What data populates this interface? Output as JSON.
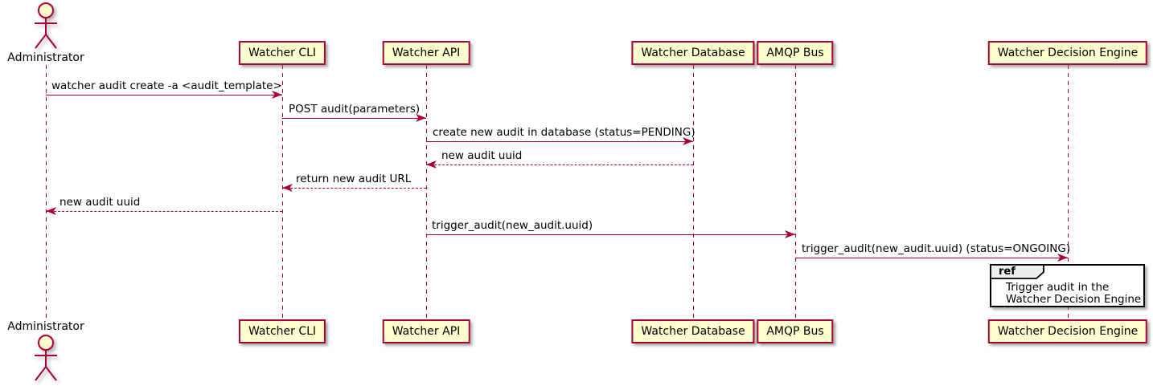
{
  "diagram": {
    "kind": "uml-sequence-diagram",
    "colors": {
      "background": "#FFFFFF",
      "participant_fill": "#FEFECE",
      "participant_border": "#A80036",
      "line_color": "#A80036",
      "text_color": "#000000",
      "ref_fill": "#FFFFFF",
      "ref_border": "#000000",
      "ref_tag_fill": "#EEEEEE"
    },
    "actor": {
      "name": "Administrator"
    },
    "participants": [
      {
        "label": "Watcher CLI"
      },
      {
        "label": "Watcher API"
      },
      {
        "label": "Watcher Database"
      },
      {
        "label": "AMQP Bus"
      },
      {
        "label": "Watcher Decision Engine"
      }
    ],
    "messages": [
      {
        "from": "Administrator",
        "to": "Watcher CLI",
        "style": "solid",
        "label": "watcher audit create -a <audit_template>"
      },
      {
        "from": "Watcher CLI",
        "to": "Watcher API",
        "style": "solid",
        "label": "POST audit(parameters)"
      },
      {
        "from": "Watcher API",
        "to": "Watcher Database",
        "style": "solid",
        "label": "create new audit in database (status=PENDING)"
      },
      {
        "from": "Watcher Database",
        "to": "Watcher API",
        "style": "dashed",
        "label": "new audit uuid"
      },
      {
        "from": "Watcher API",
        "to": "Watcher CLI",
        "style": "dashed",
        "label": "return new audit URL"
      },
      {
        "from": "Watcher CLI",
        "to": "Administrator",
        "style": "dashed",
        "label": "new audit uuid"
      },
      {
        "from": "Watcher API",
        "to": "AMQP Bus",
        "style": "solid",
        "label": "trigger_audit(new_audit.uuid)"
      },
      {
        "from": "AMQP Bus",
        "to": "Watcher Decision Engine",
        "style": "solid",
        "label": "trigger_audit(new_audit.uuid) (status=ONGOING)"
      }
    ],
    "ref": {
      "tag": "ref",
      "lines": [
        "Trigger audit in the",
        "Watcher Decision Engine"
      ]
    }
  }
}
